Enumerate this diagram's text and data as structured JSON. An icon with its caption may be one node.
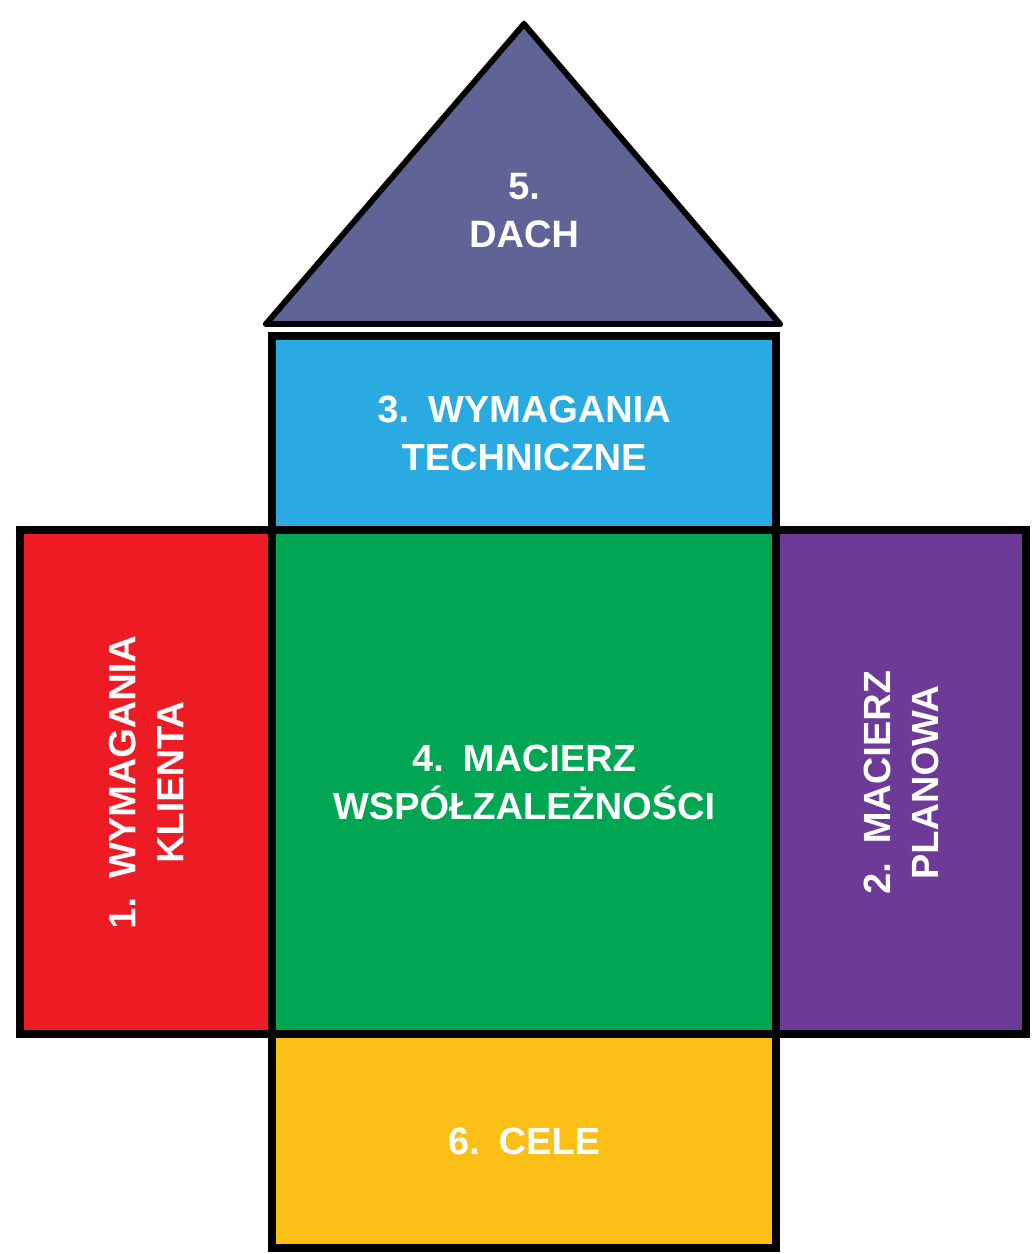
{
  "diagram": {
    "nodes": [
      {
        "text": [
          "5. DACH"
        ]
      },
      {
        "text": [
          "3. WYMAGANIA TECHNICZNE"
        ]
      },
      {
        "text": [
          "1. WYMAGANIA KLIENTA"
        ]
      },
      {
        "text": [
          "4. MACIERZ WSPÓŁZALEŻNOŚCI"
        ]
      },
      {
        "text": [
          "2. MACIERZ PLANOWA"
        ]
      },
      {
        "text": [
          "6. CELE"
        ]
      }
    ]
  }
}
